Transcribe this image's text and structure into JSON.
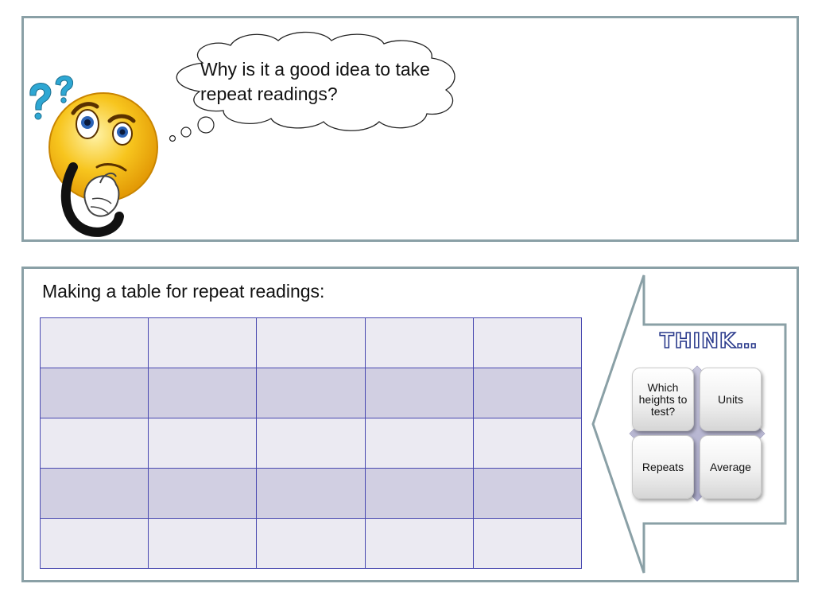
{
  "thought": {
    "question": "Why is it a good idea to take repeat readings?"
  },
  "table": {
    "title": "Making a table for repeat readings:",
    "rows": [
      [
        "",
        "",
        "",
        "",
        ""
      ],
      [
        "",
        "",
        "",
        "",
        ""
      ],
      [
        "",
        "",
        "",
        "",
        ""
      ],
      [
        "",
        "",
        "",
        "",
        ""
      ],
      [
        "",
        "",
        "",
        "",
        ""
      ]
    ]
  },
  "think": {
    "title": "THINK…",
    "boxes": [
      "Which heights to test?",
      "Units",
      "Repeats",
      "Average"
    ]
  },
  "icons": {
    "face": "thinking-face-icon",
    "question_marks": "question-marks-icon",
    "cloud": "thought-cloud-icon",
    "arrow": "left-arrow-icon"
  },
  "colors": {
    "panel_border": "#8aa0a6",
    "table_border": "#4848b0",
    "table_light_row": "#ebeaf2",
    "table_dark_row": "#d1cfe2",
    "face_yellow": "#f7c51e",
    "question_mark_blue": "#2ea7d3",
    "think_outline": "#2a3a8c"
  }
}
